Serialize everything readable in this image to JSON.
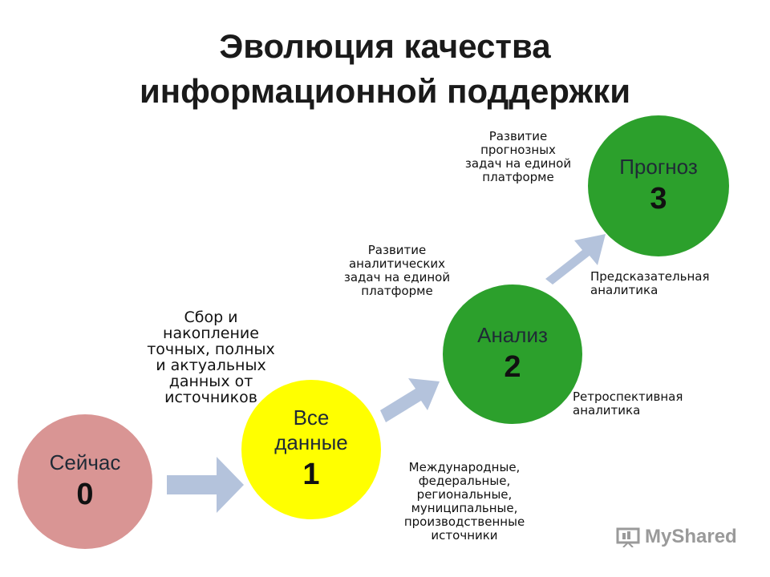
{
  "title": {
    "line1": "Эволюция качества",
    "line2": "информационной поддержки"
  },
  "stages": [
    {
      "label_lines": [
        "Сейчас"
      ],
      "number": "0",
      "color": "#d99594"
    },
    {
      "label_lines": [
        "Все",
        "данные"
      ],
      "number": "1",
      "color": "#ffff00"
    },
    {
      "label_lines": [
        "Анализ"
      ],
      "number": "2",
      "color": "#2ca02c"
    },
    {
      "label_lines": [
        "Прогноз"
      ],
      "number": "3",
      "color": "#2ca02c"
    }
  ],
  "notes": {
    "collection": [
      "Сбор и",
      "накопление",
      "точных, полных",
      "и актуальных",
      "данных от",
      "источников"
    ],
    "analytics_dev": [
      "Развитие",
      "аналитических",
      "задач на единой",
      "платформе"
    ],
    "forecast_dev": [
      "Развитие",
      "прогнозных",
      "задач на единой",
      "платформе"
    ],
    "predictive": [
      "Предсказательная",
      "аналитика"
    ],
    "retrospective": [
      "Ретроспективная",
      "аналитика"
    ],
    "sources": [
      "Международные,",
      "федеральные,",
      "региональные,",
      "муниципальные,",
      "производственные",
      "источники"
    ]
  },
  "arrow_color": "#b4c3dc",
  "watermark": "MyShared"
}
